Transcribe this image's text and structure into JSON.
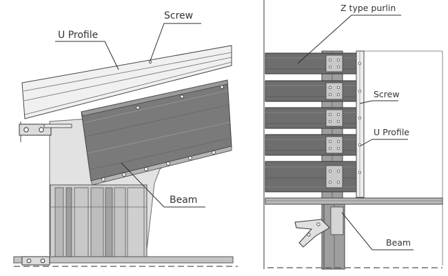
{
  "left_view": {
    "labels": {
      "screw": "Screw",
      "u_profile": "U Profile",
      "beam": "Beam"
    }
  },
  "right_view": {
    "labels": {
      "z_purlin": "Z type purlin",
      "screw": "Screw",
      "u_profile": "U Profile",
      "beam": "Beam"
    }
  },
  "colors": {
    "panel_dark": "#6e6e6e",
    "panel_light": "#d9d9d9",
    "bracket": "#e2e2e2",
    "steel": "#a9a9a9",
    "profile": "#eeeeee"
  }
}
